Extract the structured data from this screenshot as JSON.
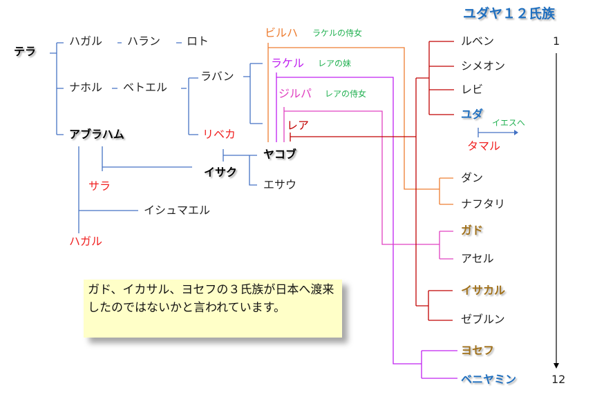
{
  "title": "ユダヤ１２氏族",
  "ancestors": {
    "tera": "テラ",
    "hagar_m": "ハガル",
    "sep1": "-",
    "haran": "ハラン",
    "sep2": "-",
    "lot": "ロト",
    "nahor": "ナホル",
    "sep3": "-",
    "bethuel": "ベトエル",
    "laban": "ラバン",
    "rebekah": "リベカ",
    "abraham": "アブラハム",
    "sarah": "サラ",
    "isaac": "イサク",
    "ishmael": "イシュマエル",
    "hagar": "ハガル",
    "jacob": "ヤコブ",
    "esau": "エサウ"
  },
  "wives": [
    {
      "name": "ビルハ",
      "note": "ラケルの侍女"
    },
    {
      "name": "ラケル",
      "note": "レアの妹"
    },
    {
      "name": "ジルパ",
      "note": "レアの侍女"
    },
    {
      "name": "レア",
      "note": ""
    }
  ],
  "tribes": [
    "ルベン",
    "シメオン",
    "レビ",
    "ユダ",
    "ダン",
    "ナフタリ",
    "ガド",
    "アセル",
    "イサカル",
    "ゼブルン",
    "ヨセフ",
    "ベニヤミン"
  ],
  "judah_branch": {
    "to_jesus": "イエスへ",
    "tamar": "タマル"
  },
  "order": {
    "start": "1",
    "end": "12"
  },
  "note": "ガド、イカサル、ヨセフの３氏族が日本へ渡来したのではないかと言われています。",
  "colors": {
    "blue": "#4472C4",
    "orange": "#ED7D31",
    "magenta": "#C020F0",
    "pink": "#E040C0",
    "red": "#C00000"
  }
}
